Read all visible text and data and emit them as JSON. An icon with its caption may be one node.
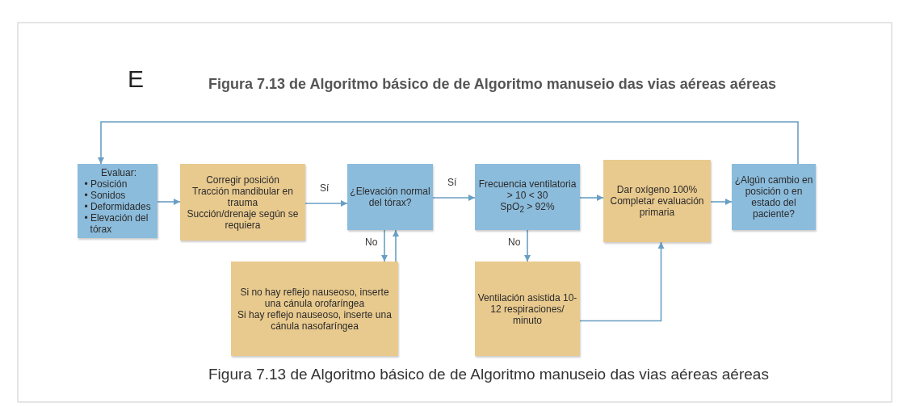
{
  "diagram": {
    "title": "Figura 7.13 de Algoritmo básico de de Algoritmo manuseio das vias aéreas aéreas",
    "caption": "Figura 7.13 de Algoritmo básico de de Algoritmo manuseio das vias aéreas aéreas",
    "nodes": [
      {
        "text": [
          "Evaluar:",
          "• Posición",
          "• Sonidos",
          "• Deformidades",
          "• Elevación del tórax"
        ]
      },
      {
        "text": [
          "Corregir posición",
          "Tracción mandibular en trauma",
          "Succión/drenaje según se requiera"
        ]
      },
      {
        "text": [
          "¿Elevación normal del tórax?"
        ]
      },
      {
        "text": [
          "Frecuencia ventilatoria",
          "> 10 < 30",
          "SpO$_{2}$ > 92%"
        ]
      },
      {
        "text": [
          "Dar oxígeno 100%",
          "Completar evaluación primaria"
        ]
      },
      {
        "text": [
          "¿Algún cambio en posición o en estado del paciente?"
        ]
      },
      {
        "text": [
          "Si no hay reflejo nauseoso, inserte una cánula orofaríngea",
          "Si hay reflejo nauseoso, inserte una cánula nasofaríngea"
        ]
      },
      {
        "text": [
          "Ventilación asistida 10-12 respiraciones/ minuto"
        ]
      }
    ],
    "edges": [
      {
        "from": 0,
        "to": 1,
        "arrow": "to"
      },
      {
        "from": 1,
        "to": 2,
        "arrow": "to",
        "label": "Sí"
      },
      {
        "from": 2,
        "to": 3,
        "arrow": "to",
        "label": "Sí"
      },
      {
        "from": 3,
        "to": 4,
        "arrow": "to"
      },
      {
        "from": 4,
        "to": 5,
        "arrow": "to"
      },
      {
        "from": 5,
        "to": 0,
        "arrow": "to"
      },
      {
        "from": 2,
        "to": 6,
        "arrow": "to",
        "label": "No"
      },
      {
        "from": 6,
        "to": 2,
        "arrow": "to"
      },
      {
        "from": 3,
        "to": 7,
        "arrow": "to",
        "label": "No"
      },
      {
        "from": 7,
        "to": 4,
        "arrow": "to"
      }
    ],
    "labels": [
      "E"
    ]
  }
}
